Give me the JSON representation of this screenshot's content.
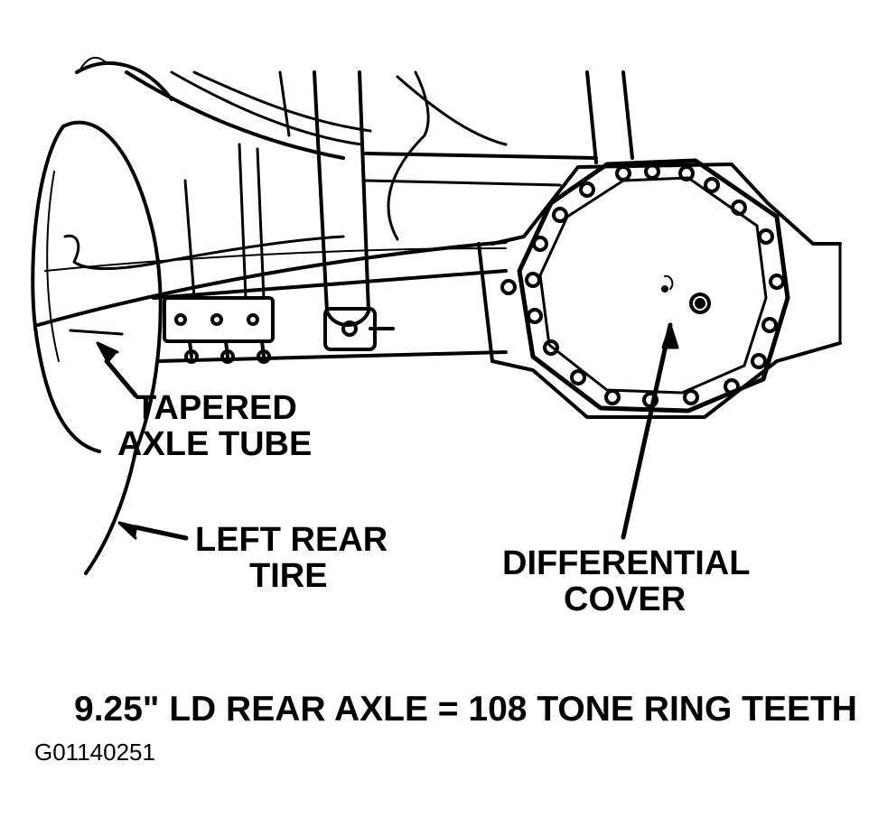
{
  "labels": {
    "tapered_axle_tube": [
      "TAPERED",
      "AXLE TUBE"
    ],
    "left_rear_tire": [
      "LEFT REAR",
      "TIRE"
    ],
    "differential_cover": [
      "DIFFERENTIAL",
      "COVER"
    ]
  },
  "caption": "9.25\" LD REAR AXLE = 108 TONE RING TEETH",
  "figure_id": "G01140251",
  "colors": {
    "ink": "#000000",
    "paper": "#ffffff"
  }
}
